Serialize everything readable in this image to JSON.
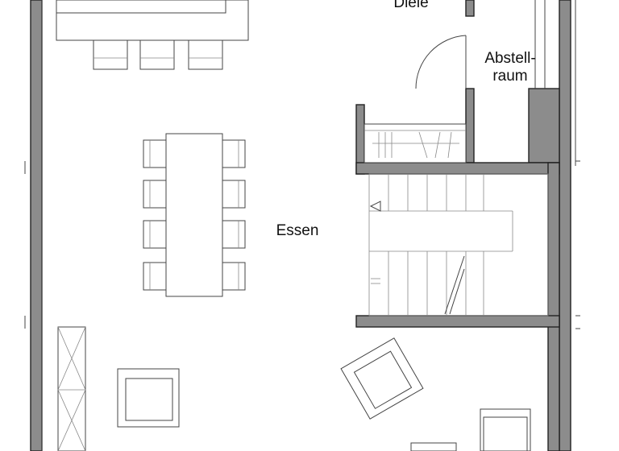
{
  "rooms": {
    "diele": "Diele",
    "abstellraum_line1": "Abstell-",
    "abstellraum_line2": "raum",
    "essen": "Essen"
  },
  "colors": {
    "wall_fill": "#8c8c8c",
    "line": "#444444",
    "background": "#ffffff"
  }
}
